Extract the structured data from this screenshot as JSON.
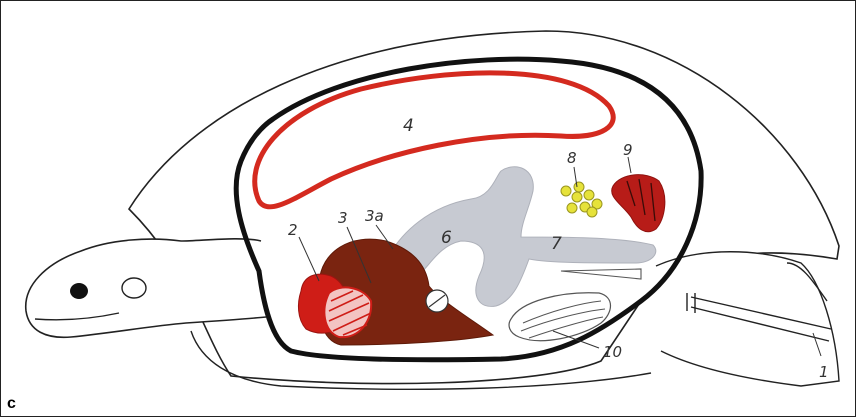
{
  "panel_label": "c",
  "labels": {
    "l1": "1",
    "l2": "2",
    "l3": "3",
    "l3a": "3a",
    "l4": "4",
    "l6": "6",
    "l7": "7",
    "l8": "8",
    "l9": "9",
    "l10": "10"
  },
  "colors": {
    "outline": "#111111",
    "lung": "#d42a1f",
    "liver": "#7a2410",
    "heart": "#cf1d17",
    "intestine": "#c7cad2",
    "yolk": "#e6e23a",
    "kidney": "#b71c18"
  }
}
